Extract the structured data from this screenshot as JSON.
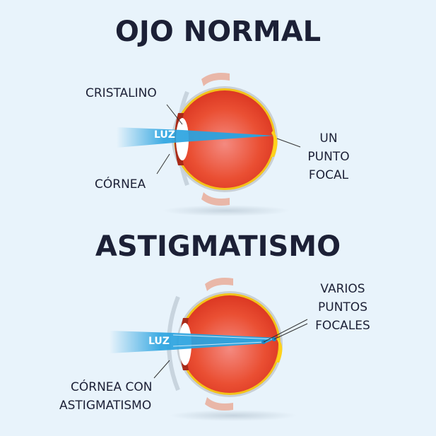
{
  "sections": [
    {
      "title": "OJO NORMAL",
      "labels": {
        "lens": "CRISTALINO",
        "light": "LUZ",
        "cornea": "CÓRNEA",
        "focal": [
          "UN",
          "PUNTO",
          "FOCAL"
        ]
      }
    },
    {
      "title": "ASTIGMATISMO",
      "labels": {
        "light": "LUZ",
        "cornea": [
          "CÓRNEA CON",
          "ASTIGMATISMO"
        ],
        "focal": [
          "VARIOS",
          "PUNTOS",
          "FOCALES"
        ]
      }
    }
  ],
  "colors": {
    "background": "#e8f3fb",
    "text": "#1c2036",
    "eye": "#e8432a",
    "light_beam": "#2aa3e0",
    "retina": "#ffd21a"
  }
}
